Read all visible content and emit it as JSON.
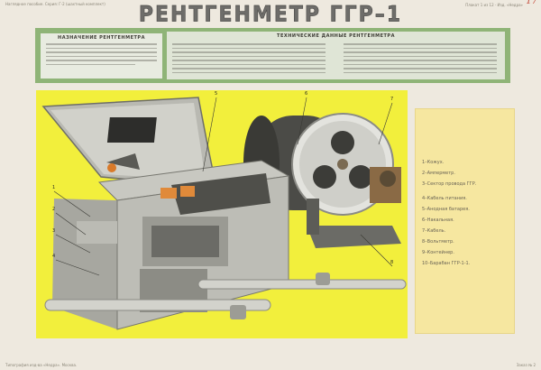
{
  "header": {
    "left": "Наглядное пособие. Серия: Г-2 (шахтный комплект)",
    "right": "Плакат 1 из 12 · Изд. «Недра»",
    "number": "17"
  },
  "title": "РЕНТГЕНМЕТР ГГР–1",
  "purpose": {
    "heading": "НАЗНАЧЕНИЕ РЕНТГЕНМЕТРА"
  },
  "specs": {
    "heading": "ТЕХНИЧЕСКИЕ ДАННЫЕ РЕНТГЕНМЕТРА"
  },
  "legend": {
    "items": [
      "1–Кожух.",
      "2–Амперметр.",
      "3–Сектор провода ГГР.",
      "4–Кабель питания.",
      "5–Анодная батарея.",
      "6–Накальная.",
      "7–Кабель.",
      "8–Вольтметр.",
      "9–Контейнер.",
      "10–Барабан ГГР-1-1."
    ]
  },
  "callouts": [
    "1",
    "2",
    "3",
    "4",
    "5",
    "6",
    "7",
    "8"
  ],
  "footer": {
    "left": "Типография изд-ва «Недра». Москва.",
    "right": "Заказ № 2"
  },
  "colors": {
    "background": "#eee9df",
    "green_band": "#8fb477",
    "illustration_bg": "#f2ef3c",
    "legend_bg": "#f6e7a0",
    "title": "#6e6d6a"
  }
}
